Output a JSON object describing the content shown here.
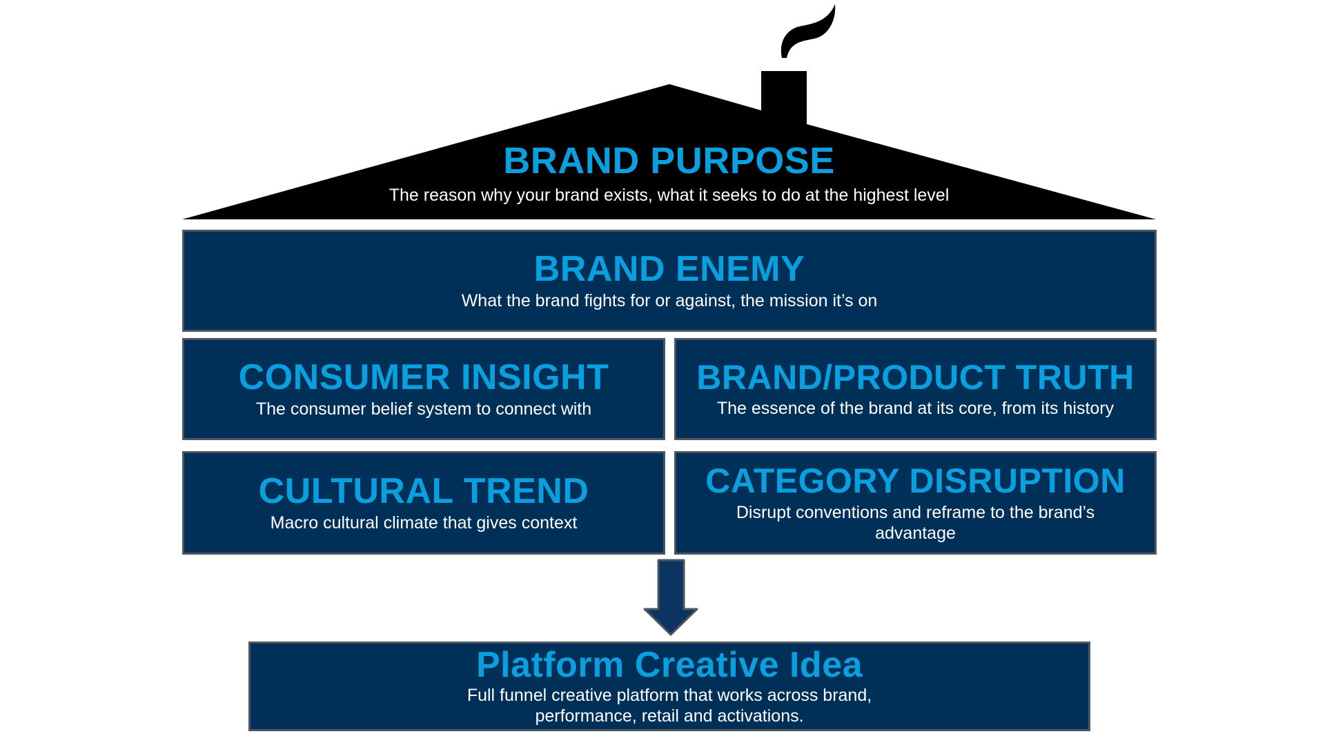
{
  "colors": {
    "navy": "#003057",
    "title_blue": "#0aa0e0",
    "roof": "#000000",
    "border": "#4d5660"
  },
  "roof": {
    "title": "BRAND PURPOSE",
    "subtitle": "The reason why your brand exists, what it seeks to do at the highest level"
  },
  "enemy": {
    "title": "BRAND ENEMY",
    "subtitle": "What the brand fights for or against, the mission it’s on"
  },
  "insight": {
    "title": "CONSUMER INSIGHT",
    "subtitle": "The consumer belief system to connect with"
  },
  "truth": {
    "title": "BRAND/PRODUCT TRUTH",
    "subtitle": "The essence of the brand at its core, from its history"
  },
  "trend": {
    "title": "CULTURAL TREND",
    "subtitle": "Macro cultural climate that gives context"
  },
  "disruption": {
    "title": "CATEGORY DISRUPTION",
    "subtitle": "Disrupt conventions and reframe to the brand’s advantage"
  },
  "platform": {
    "title": "Platform Creative Idea",
    "subtitle": "Full funnel creative platform that works across brand, performance, retail and activations."
  }
}
